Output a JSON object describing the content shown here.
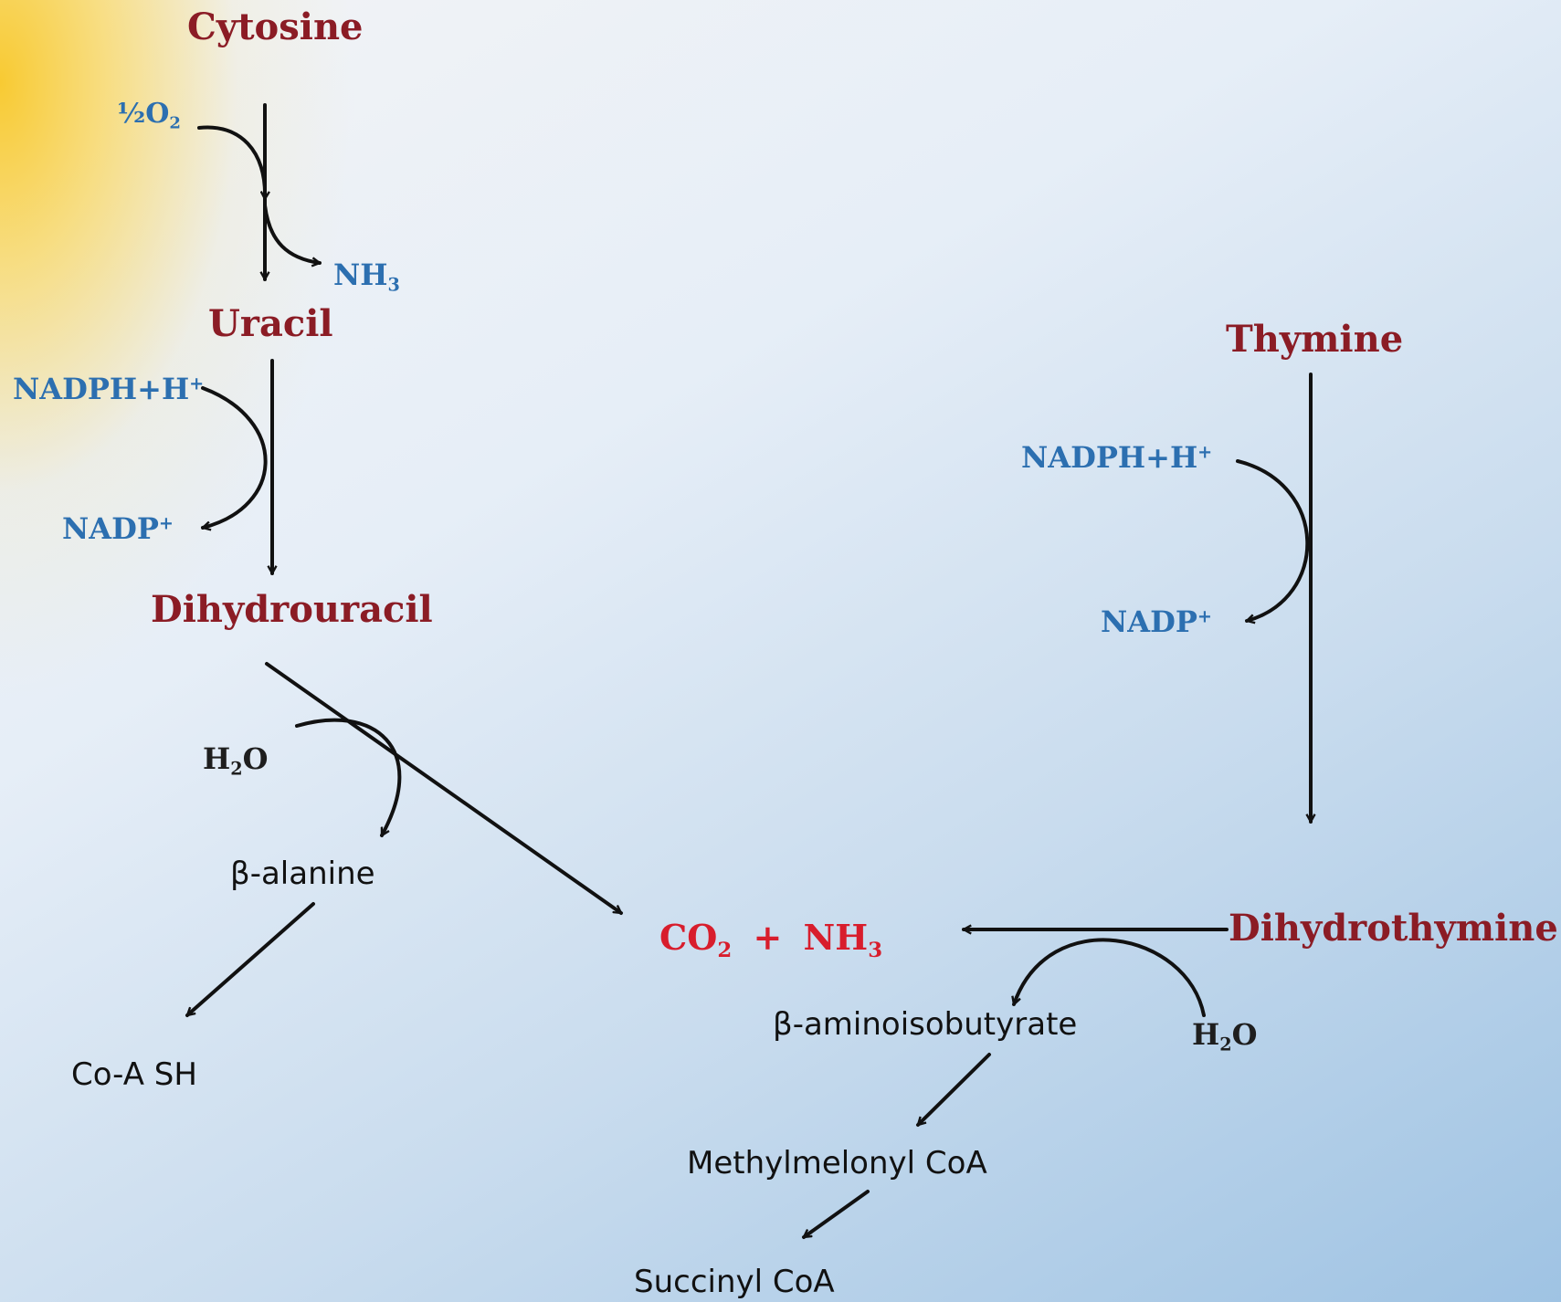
{
  "substances": {
    "cytosine": "Cytosine",
    "uracil": "Uracil",
    "dihydrouracil": "Dihydrouracil",
    "thymine": "Thymine",
    "dihydrothymine": "Dihydrothymine"
  },
  "cofactors": {
    "half_o2": {
      "main": "½O",
      "sub": "2"
    },
    "nh3": {
      "main": "NH",
      "sub": "3"
    },
    "nadph_left": {
      "main": "NADPH+H",
      "sup": "+"
    },
    "nadp_left": {
      "main": "NADP",
      "sup": "+"
    },
    "nadph_right": {
      "main": "NADPH+H",
      "sup": "+"
    },
    "nadp_right": {
      "main": "NADP",
      "sup": "+"
    }
  },
  "water": {
    "h2o_left": {
      "main": "H",
      "sub": "2",
      "tail": "O"
    },
    "h2o_right": {
      "main": "H",
      "sub": "2",
      "tail": "O"
    }
  },
  "products": {
    "beta_alanine": "β-alanine",
    "coa_sh": "Co-A SH",
    "beta_aminoisobutyrate": "β-aminoisobutyrate",
    "methylmelonyl_coa": "Methylmelonyl CoA",
    "succinyl_coa": "Succinyl CoA"
  },
  "final_products": {
    "co2": {
      "main": "CO",
      "sub": "2"
    },
    "plus": "+",
    "nh3": {
      "main": "NH",
      "sub": "3"
    }
  },
  "colors": {
    "substance": "#8b1c25",
    "cofactor": "#2c6fb0",
    "final_product": "#d81d2c",
    "arrow": "#111111"
  }
}
